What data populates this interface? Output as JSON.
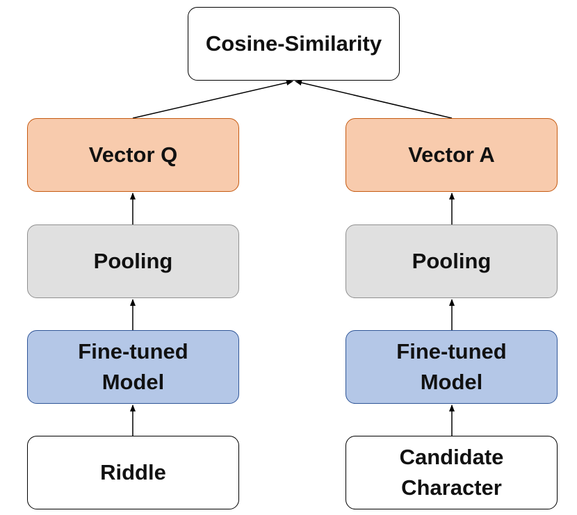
{
  "top": {
    "label": "Cosine-Similarity"
  },
  "left": {
    "vector": "Vector Q",
    "pooling": "Pooling",
    "model": "Fine-tuned\nModel",
    "input": "Riddle"
  },
  "right": {
    "vector": "Vector A",
    "pooling": "Pooling",
    "model": "Fine-tuned\nModel",
    "input": "Candidate\nCharacter"
  },
  "colors": {
    "vector_fill": "#f8cbad",
    "vector_border": "#c55a11",
    "pooling_fill": "#e0e0e0",
    "pooling_border": "#8f8f8f",
    "model_fill": "#b4c7e7",
    "model_border": "#2f5597",
    "input_fill": "#ffffff",
    "arrow": "#000000"
  }
}
